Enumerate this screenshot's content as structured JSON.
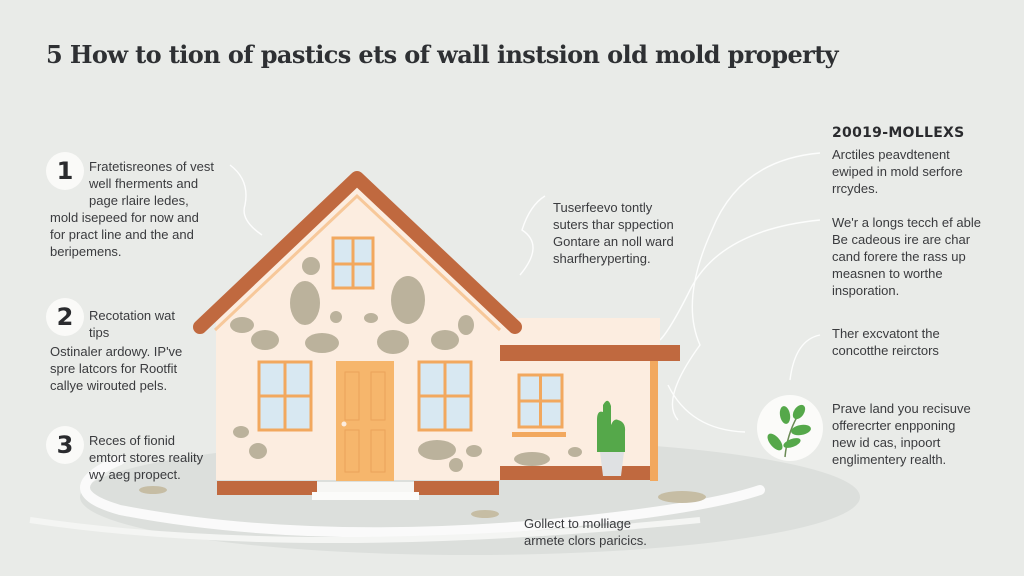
{
  "title": "5 How to tion of pastics ets of wall instsion old mold property",
  "left_steps": [
    {
      "number": "1",
      "text": "Fratetisreones of vest\nwell fherments and\npage rlaire ledes,",
      "extra": "mold isepeed for now and\nfor pract line and the and\nberipemens."
    },
    {
      "number": "2",
      "text": "Recotation wat\ntips",
      "extra": "Ostinaler ardowy. IP've\nspre latcors for Rootfit\ncallye wirouted pels."
    },
    {
      "number": "3",
      "text": "Reces of fionid\nemtort stores reality\nwy aeg propect.",
      "extra": ""
    }
  ],
  "center_note": "Tuserfeevo tontly\nsuters thar sppection\nGontare an noll ward\nsharfheryperting.",
  "bottom_note": "Gollect to molliage\narmete clors paricics.",
  "right_panel": {
    "heading": "20019-MOLLEXS",
    "blocks": [
      "Arctiles peavdtenent\newiped in mold serfore\nrrcydes.",
      "We'r a longs tecch ef able\nBe cadeous ire are char\ncand forere the rass up\nmeasnen to worthe\ninsporation.",
      "Ther excvatont the\nconcotthe reirctors",
      "Prave land you recisuve\nofferecrter enpponing\nnew id cas, inpoort\nenglimentery realth."
    ]
  },
  "icons": {
    "leaf": "leaf-icon",
    "house": "house-illustration",
    "plant": "potted-plant-icon"
  },
  "colors": {
    "background": "#e9ebe8",
    "roof": "#c0693f",
    "wall": "#fcede0",
    "window_frame": "#f2a85e",
    "window_glass": "#d8e8f2",
    "door": "#f6b66c",
    "mold": "#bbb29c",
    "leaf_green": "#55a84a"
  }
}
